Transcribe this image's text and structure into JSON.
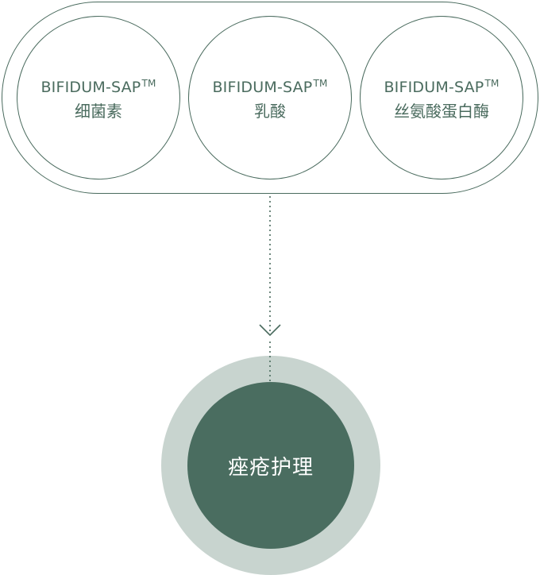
{
  "ingredients": [
    {
      "brand": "BIFIDUM-SAP",
      "tm": "TM",
      "name": "细菌素"
    },
    {
      "brand": "BIFIDUM-SAP",
      "tm": "TM",
      "name": "乳酸"
    },
    {
      "brand": "BIFIDUM-SAP",
      "tm": "TM",
      "name": "丝氨酸蛋白酶"
    }
  ],
  "result": {
    "label": "痤疮护理"
  },
  "colors": {
    "line": "#4a6b5e",
    "ring": "#c8d4cf",
    "core": "#4a6d60",
    "core_text": "#ffffff"
  },
  "icons": {
    "arrow": "chevron-down-icon"
  }
}
